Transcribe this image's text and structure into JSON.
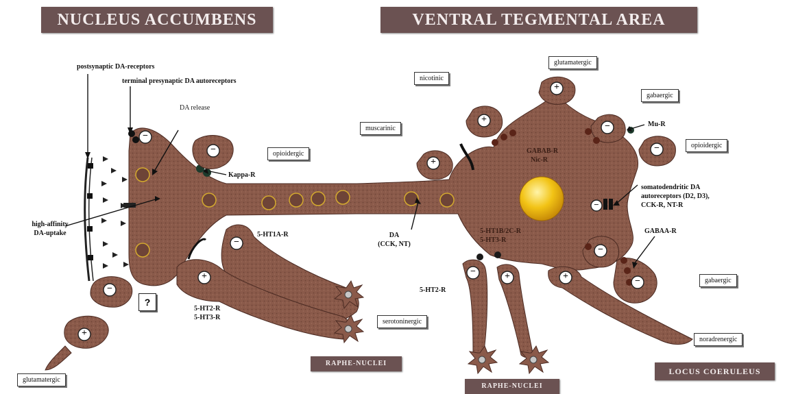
{
  "regions": {
    "nucleus_accumbens": "NUCLEUS ACCUMBENS",
    "ventral_tegmental_area": "VENTRAL TEGMENTAL AREA",
    "raphe_nuclei_left": "RAPHE-NUCLEI",
    "raphe_nuclei_bottom": "RAPHE-NUCLEI",
    "locus_coeruleus": "LOCUS COERULEUS"
  },
  "neuron_labels": {
    "glutamatergic_top": "glutamatergic",
    "nicotinic": "nicotinic",
    "gabaergic_top": "gabaergic",
    "muscarinic": "muscarinic",
    "opioidergic_vta": "opioidergic",
    "opioidergic_nac": "opioidergic",
    "gabaergic_right": "gabaergic",
    "serotoninergic": "serotoninergic",
    "noradrenergic": "noradrenergic",
    "glutamatergic_bottom": "glutamatergic",
    "unknown": "?"
  },
  "annotations": {
    "postsynaptic": "postsynaptic DA-receptors",
    "terminal_presynaptic": "terminal presynaptic DA autoreceptors",
    "da_release": "DA release",
    "kappa": "Kappa-R",
    "high_affinity_1": "high-affinity",
    "high_affinity_2": "DA-uptake",
    "ht1a": "5-HT1A-R",
    "ht2_3_1": "5-HT2-R",
    "ht2_3_2": "5-HT3-R",
    "da_cck_1": "DA",
    "da_cck_2": "(CCK, NT)",
    "gaba_b_1": "GABAB-R",
    "gaba_b_2": "Nic-R",
    "mu_r": "Mu-R",
    "somato_1": "somatodendritic DA",
    "somato_2": "autoreceptors (D2, D3),",
    "somato_3": "CCK-R, NT-R",
    "ht_vta_1": "5-HT1B/2C-R",
    "ht_vta_2": "5-HT3-R",
    "ht2_vta": "5-HT2-R",
    "gaba_a": "GABAA-R"
  },
  "signs": {
    "plus": "+",
    "minus": "−"
  },
  "colors": {
    "cell_body": "#8a5a4a",
    "cell_texture": "#6e4437",
    "vesicle": "#d4aa2e",
    "nucleus": "#f2c315",
    "receptor": "#1c1c1c",
    "banner": "#6b5252"
  }
}
